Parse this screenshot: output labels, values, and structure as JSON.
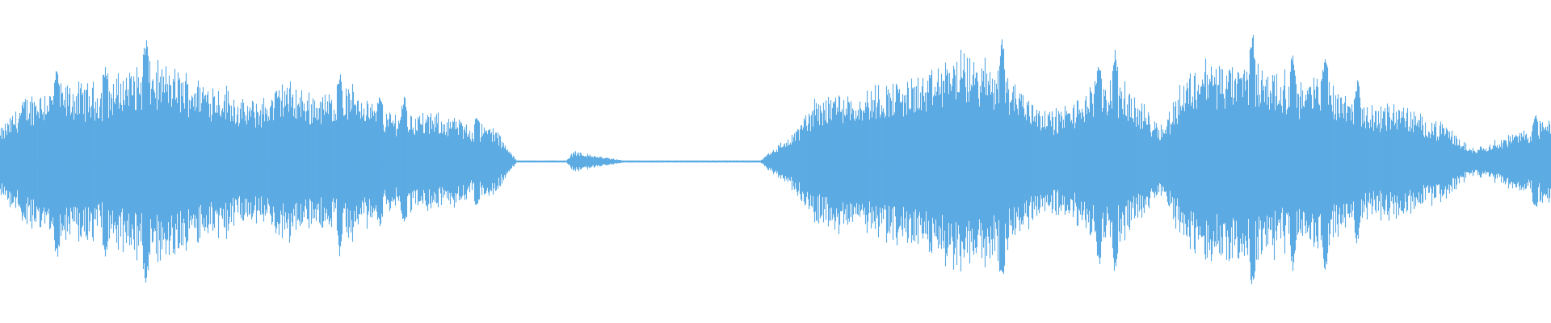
{
  "waveform": {
    "color": "#5dabe3",
    "background": "#ffffff",
    "amplitude_peaks": [
      [
        0.0,
        0.14
      ],
      [
        0.03,
        0.28
      ],
      [
        0.05,
        0.32
      ],
      [
        0.07,
        0.33
      ],
      [
        0.1,
        0.34
      ],
      [
        0.13,
        0.34
      ],
      [
        0.16,
        0.41
      ],
      [
        0.19,
        0.43
      ],
      [
        0.22,
        0.4
      ],
      [
        0.25,
        0.36
      ],
      [
        0.28,
        0.33
      ],
      [
        0.3,
        0.26
      ],
      [
        0.33,
        0.28
      ],
      [
        0.35,
        0.36
      ],
      [
        0.38,
        0.3
      ],
      [
        0.41,
        0.3
      ],
      [
        0.44,
        0.34
      ],
      [
        0.47,
        0.22
      ],
      [
        0.5,
        0.22
      ],
      [
        0.53,
        0.21
      ],
      [
        0.56,
        0.2
      ],
      [
        0.58,
        0.16
      ],
      [
        0.61,
        0.16
      ],
      [
        0.63,
        0.05
      ],
      [
        0.64,
        0.0
      ],
      [
        0.68,
        0.0
      ],
      [
        0.7,
        0.0
      ],
      [
        0.71,
        0.05
      ],
      [
        0.73,
        0.03
      ],
      [
        0.78,
        0.0
      ],
      [
        0.86,
        0.0
      ],
      [
        0.89,
        0.0
      ],
      [
        0.94,
        0.0
      ],
      [
        0.95,
        0.04
      ],
      [
        0.98,
        0.12
      ],
      [
        1.01,
        0.28
      ],
      [
        1.04,
        0.32
      ],
      [
        1.06,
        0.3
      ],
      [
        1.09,
        0.34
      ],
      [
        1.12,
        0.36
      ],
      [
        1.15,
        0.38
      ],
      [
        1.18,
        0.48
      ],
      [
        1.21,
        0.45
      ],
      [
        1.24,
        0.42
      ],
      [
        1.27,
        0.3
      ],
      [
        1.3,
        0.22
      ],
      [
        1.33,
        0.26
      ],
      [
        1.35,
        0.34
      ],
      [
        1.38,
        0.38
      ],
      [
        1.41,
        0.26
      ],
      [
        1.44,
        0.16
      ],
      [
        1.46,
        0.34
      ],
      [
        1.49,
        0.46
      ],
      [
        1.52,
        0.42
      ],
      [
        1.55,
        0.44
      ],
      [
        1.58,
        0.4
      ],
      [
        1.61,
        0.36
      ],
      [
        1.64,
        0.38
      ],
      [
        1.67,
        0.3
      ],
      [
        1.7,
        0.24
      ],
      [
        1.73,
        0.26
      ],
      [
        1.76,
        0.2
      ],
      [
        1.79,
        0.16
      ],
      [
        1.82,
        0.06
      ],
      [
        1.84,
        0.08
      ],
      [
        1.87,
        0.12
      ],
      [
        1.9,
        0.16
      ],
      [
        1.92,
        0.22
      ]
    ],
    "transient_spikes": [
      0.07,
      0.13,
      0.18,
      0.42,
      0.47,
      0.5,
      0.59,
      1.24,
      1.36,
      1.38,
      1.55,
      1.6,
      1.64,
      1.68,
      1.9
    ]
  }
}
